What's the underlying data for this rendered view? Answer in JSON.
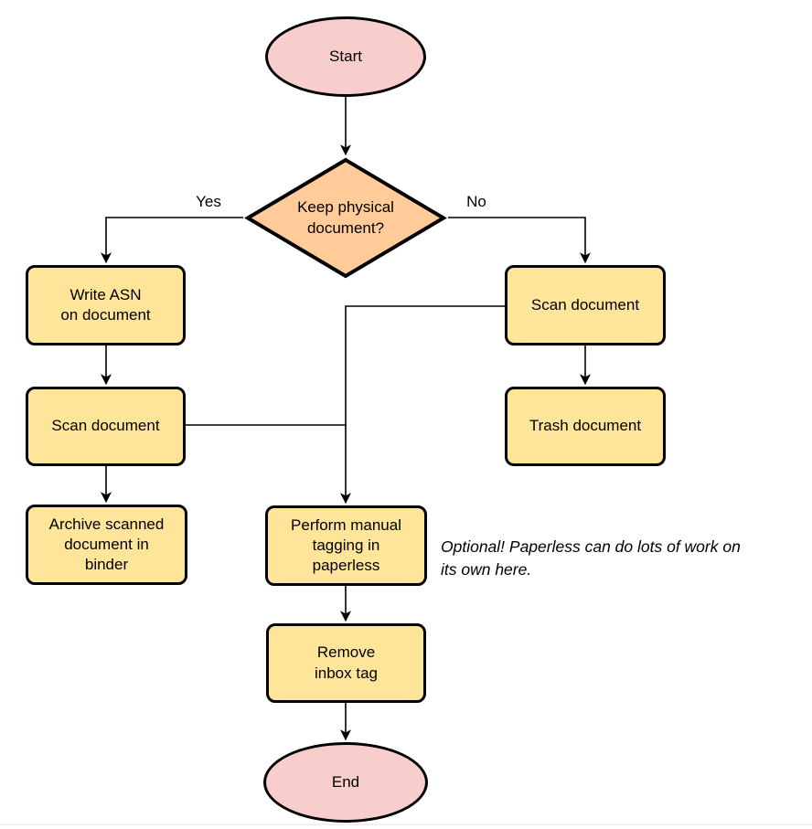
{
  "colors": {
    "terminal_fill": "#F8CECC",
    "decision_fill": "#FFCC99",
    "process_fill": "#FFE599",
    "stroke": "#000000",
    "background": "#FFFFFF"
  },
  "nodes": {
    "start": {
      "label": "Start",
      "type": "terminal"
    },
    "decision": {
      "label": "Keep physical\ndocument?",
      "type": "decision"
    },
    "write_asn": {
      "label": "Write ASN\non document",
      "type": "process"
    },
    "scan_left": {
      "label": "Scan document",
      "type": "process"
    },
    "archive": {
      "label": "Archive scanned\ndocument in\nbinder",
      "type": "process"
    },
    "scan_right": {
      "label": "Scan document",
      "type": "process"
    },
    "trash": {
      "label": "Trash document",
      "type": "process"
    },
    "tagging": {
      "label": "Perform manual\ntagging in\npaperless",
      "type": "process"
    },
    "remove_inbox": {
      "label": "Remove\ninbox tag",
      "type": "process"
    },
    "end": {
      "label": "End",
      "type": "terminal"
    }
  },
  "edge_labels": {
    "yes": "Yes",
    "no": "No"
  },
  "annotation": {
    "text": "Optional! Paperless can do lots of work on\nits own here."
  }
}
